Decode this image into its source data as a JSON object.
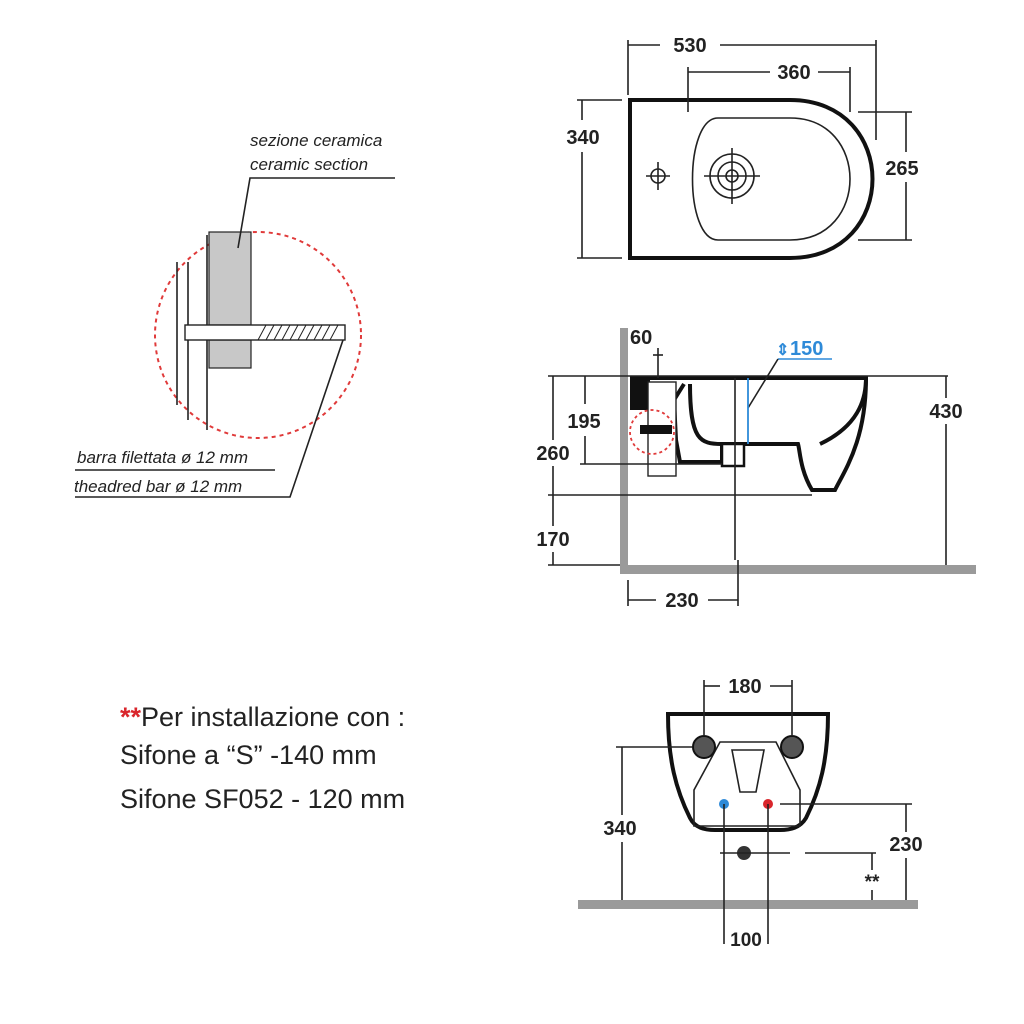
{
  "detail": {
    "section_label_it": "sezione ceramica",
    "section_label_en": "ceramic section",
    "bar_label_it": "barra filettata ø 12 mm",
    "bar_label_en": "theadred bar ø 12 mm"
  },
  "top_view": {
    "width_total": "530",
    "width_inner": "360",
    "depth": "340",
    "bowl_width": "265"
  },
  "side_view": {
    "dim_60": "60",
    "dim_150": "150",
    "dim_195": "195",
    "dim_260": "260",
    "dim_430": "430",
    "dim_170": "170",
    "dim_230": "230"
  },
  "front_view": {
    "dim_180": "180",
    "dim_340": "340",
    "dim_230": "230",
    "dim_100": "100",
    "marker": "**"
  },
  "installation_note": {
    "stars": "**",
    "line1": "Per installazione con :",
    "line2": "Sifone a “S” -140 mm",
    "line3": "Sifone SF052 - 120 mm"
  },
  "colors": {
    "accent_blue": "#2e8ad8",
    "accent_red": "#d9262c",
    "floor_gray": "#9a9a9a"
  }
}
